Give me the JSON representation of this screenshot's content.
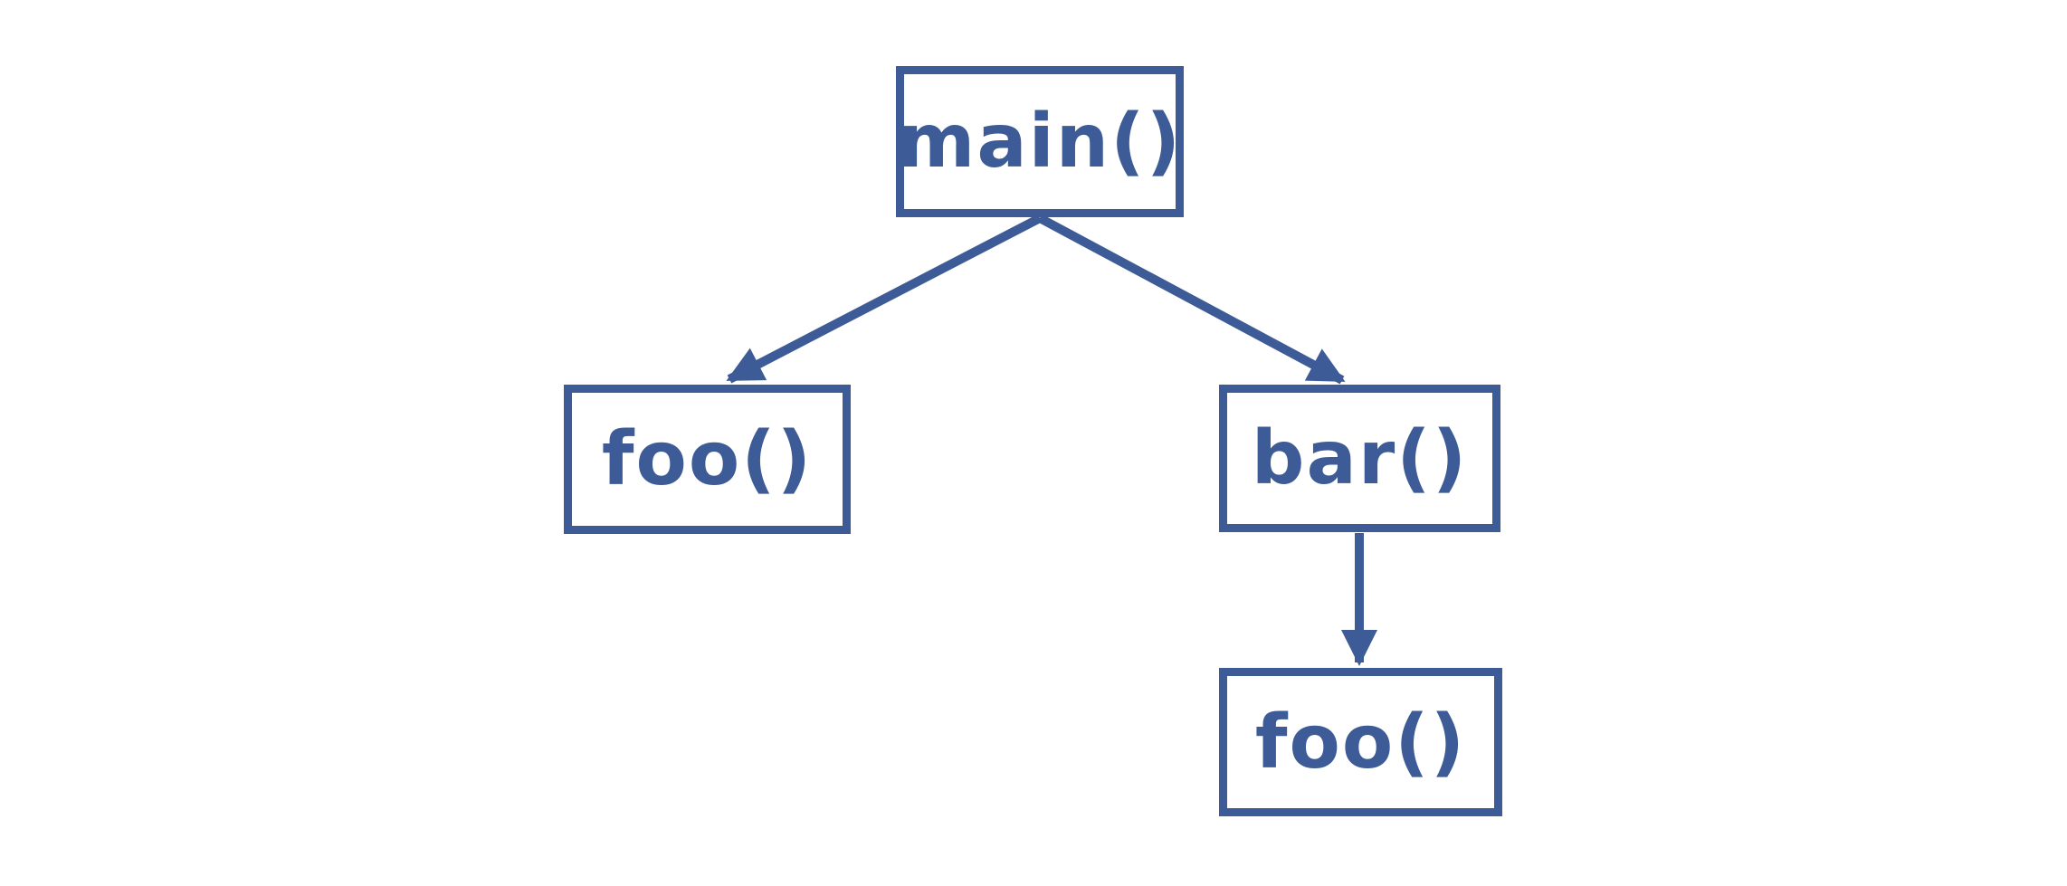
{
  "diagram": {
    "type": "call-graph",
    "background_color": "#ffffff",
    "stroke_color": "#3d5b96",
    "nodes": [
      {
        "id": "main",
        "label": "main()"
      },
      {
        "id": "foo_left",
        "label": "foo()"
      },
      {
        "id": "bar",
        "label": "bar()"
      },
      {
        "id": "foo_bottom",
        "label": "foo()"
      }
    ],
    "edges": [
      {
        "from": "main",
        "to": "foo_left"
      },
      {
        "from": "main",
        "to": "bar"
      },
      {
        "from": "bar",
        "to": "foo_bottom"
      }
    ]
  }
}
